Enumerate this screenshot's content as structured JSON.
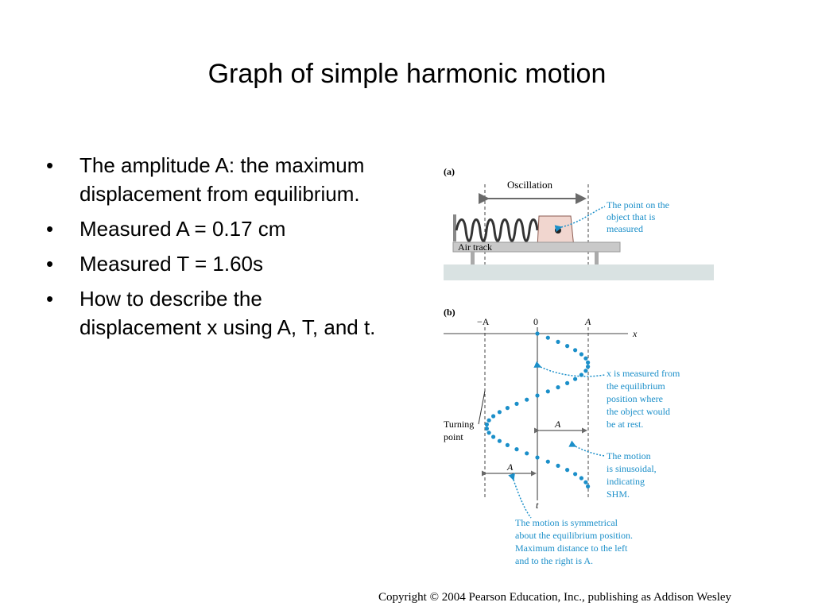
{
  "slide": {
    "title": "Graph of simple harmonic motion",
    "bullets": [
      "The amplitude A: the maximum displacement from equilibrium.",
      "Measured A = 0.17 cm",
      "Measured T = 1.60s",
      "How to describe the displacement x using A, T, and t."
    ],
    "bullet_symbol": "•"
  },
  "figure": {
    "panel_a": {
      "label": "(a)",
      "oscillation_label": "Oscillation",
      "track_label": "Air track",
      "callout": [
        "The point on the",
        "object that is",
        "measured"
      ]
    },
    "panel_b": {
      "label": "(b)",
      "tick_neg_a": "−A",
      "tick_zero": "0",
      "tick_pos_a": "A",
      "x_axis": "x",
      "t_axis": "t",
      "amp_label_right": "A",
      "amp_label_left": "A",
      "turning_point": [
        "Turning",
        "point"
      ],
      "callout_measured": [
        "x is measured from",
        "the equilibrium",
        "position where",
        "the object would",
        "be at rest."
      ],
      "callout_sinusoidal": [
        "The motion",
        "is sinusoidal,",
        "indicating",
        "SHM."
      ],
      "callout_symmetric": [
        "The motion is symmetrical",
        "about the equilibrium position.",
        "Maximum distance to the left",
        "and to the right is A."
      ]
    },
    "colors": {
      "curve": "#1b8fc9",
      "track": "#c9c9c9",
      "block": "#f1d6cf",
      "floor": "#d9e2e2"
    }
  },
  "copyright": "Copyright © 2004 Pearson Education, Inc., publishing as Addison Wesley"
}
